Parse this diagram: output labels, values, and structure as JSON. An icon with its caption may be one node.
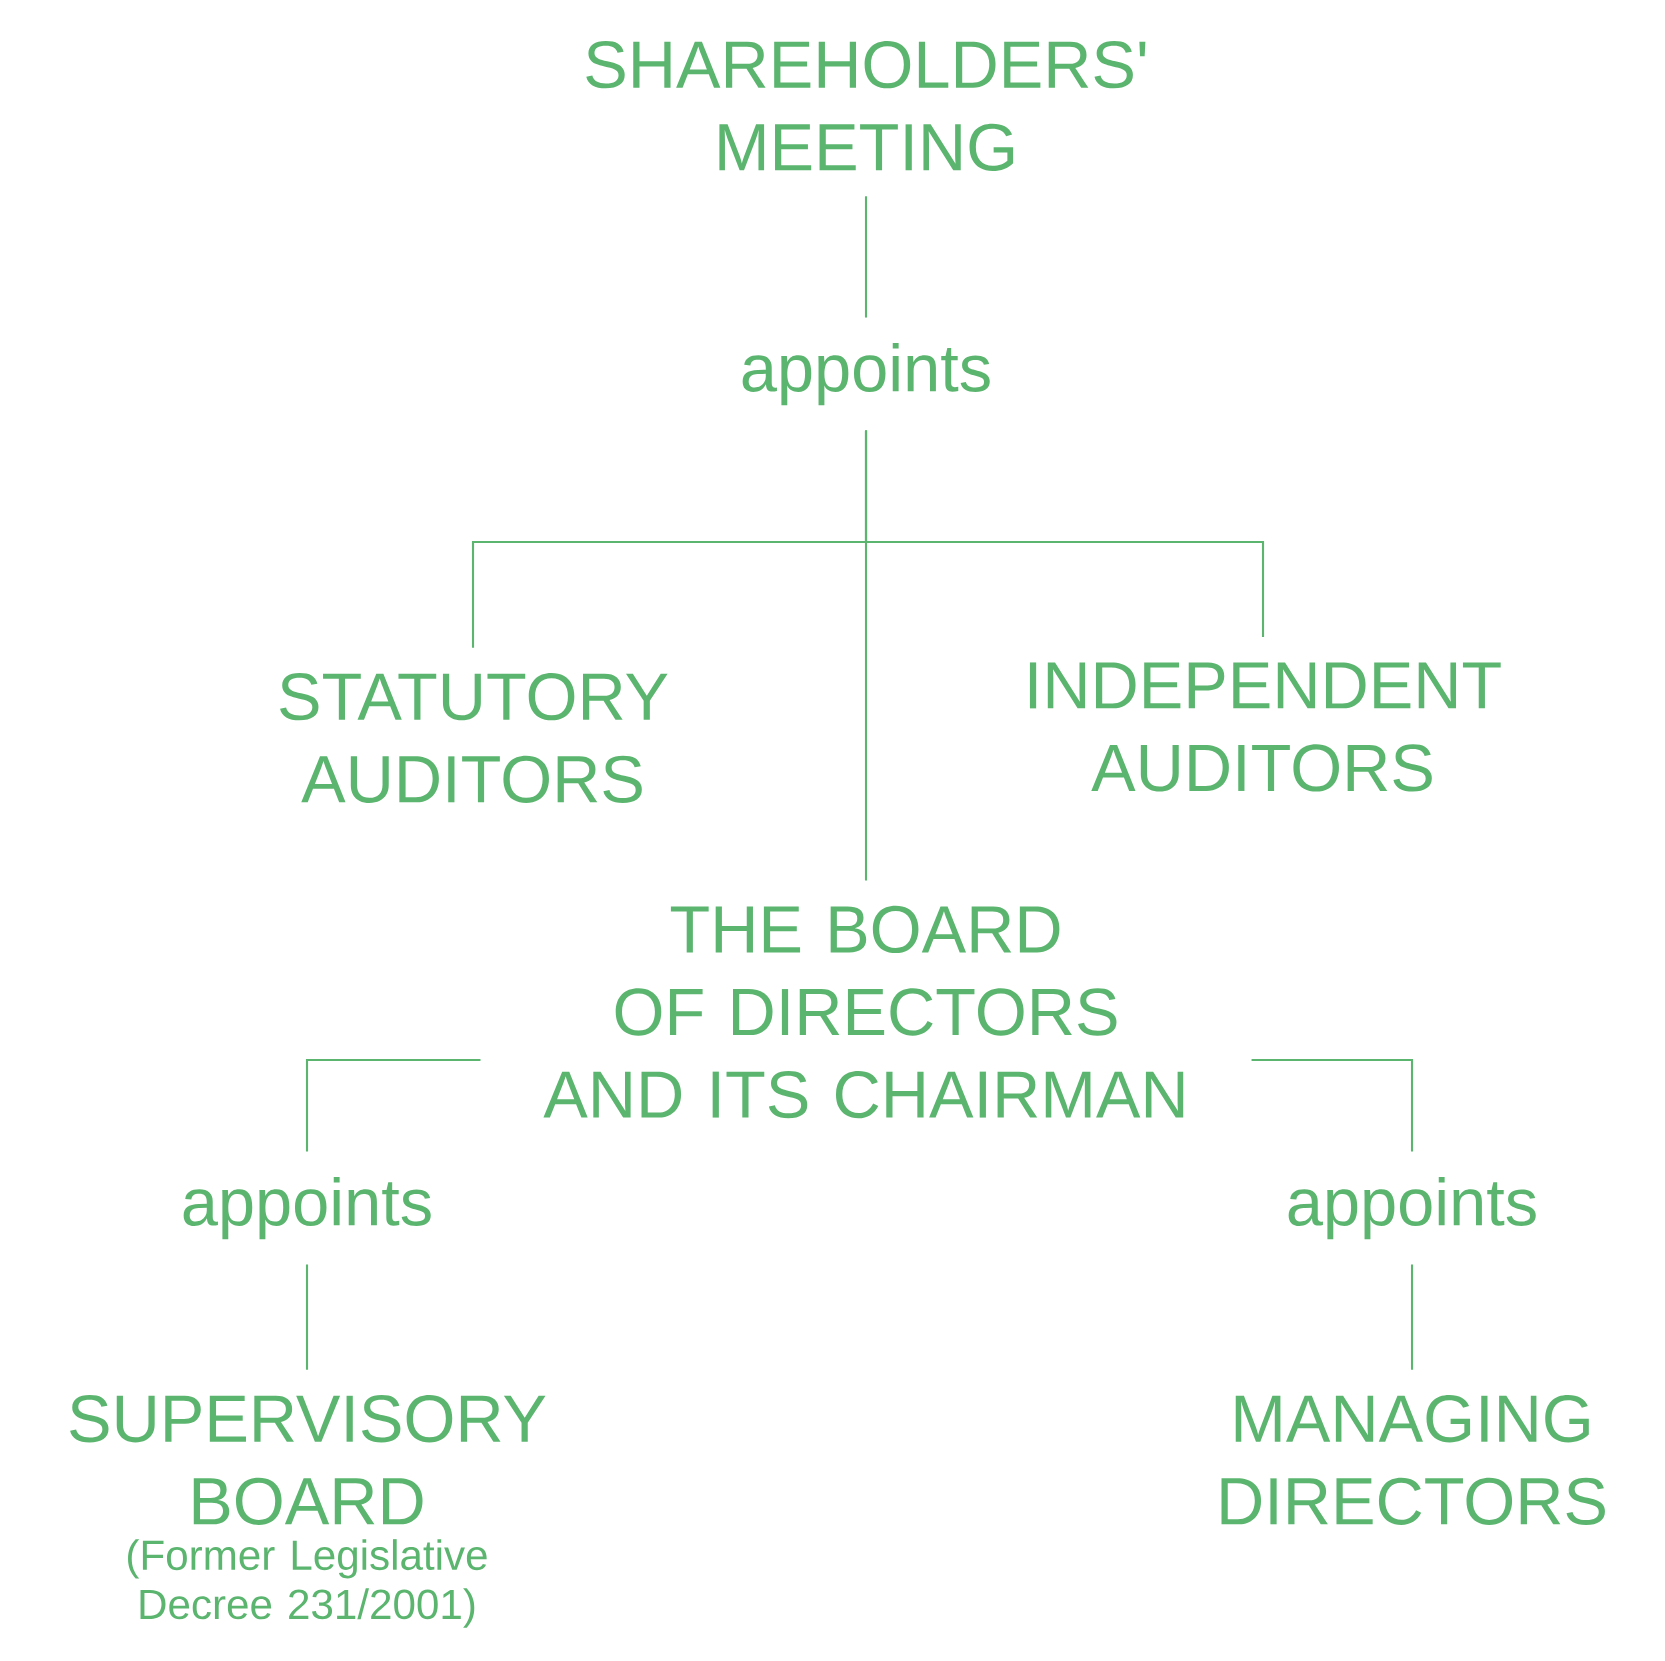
{
  "diagram": {
    "nodes": [
      {
        "text": [
          "SHAREHOLDERS' MEETING"
        ]
      },
      {
        "text": [
          "appoints"
        ]
      },
      {
        "text": [
          "STATUTORY AUDITORS"
        ]
      },
      {
        "text": [
          "INDEPENDENT AUDITORS"
        ]
      },
      {
        "text": [
          "THE BOARD OF DIRECTORS AND ITS CHAIRMAN"
        ]
      },
      {
        "text": [
          "appoints"
        ]
      },
      {
        "text": [
          "appoints"
        ]
      },
      {
        "text": [
          "SUPERVISORY BOARD"
        ],
        "beside": [
          "(Former Legislative Decree 231/2001)"
        ]
      },
      {
        "text": [
          "MANAGING DIRECTORS"
        ]
      }
    ],
    "edges": [
      {
        "from": 0,
        "to": 1,
        "arrow": "none"
      },
      {
        "from": 1,
        "to": 2,
        "arrow": "none"
      },
      {
        "from": 1,
        "to": 3,
        "arrow": "none"
      },
      {
        "from": 1,
        "to": 4,
        "arrow": "none"
      },
      {
        "from": 4,
        "to": 5,
        "arrow": "none"
      },
      {
        "from": 4,
        "to": 6,
        "arrow": "none"
      },
      {
        "from": 5,
        "to": 7,
        "arrow": "none"
      },
      {
        "from": 6,
        "to": 8,
        "arrow": "none"
      }
    ]
  }
}
